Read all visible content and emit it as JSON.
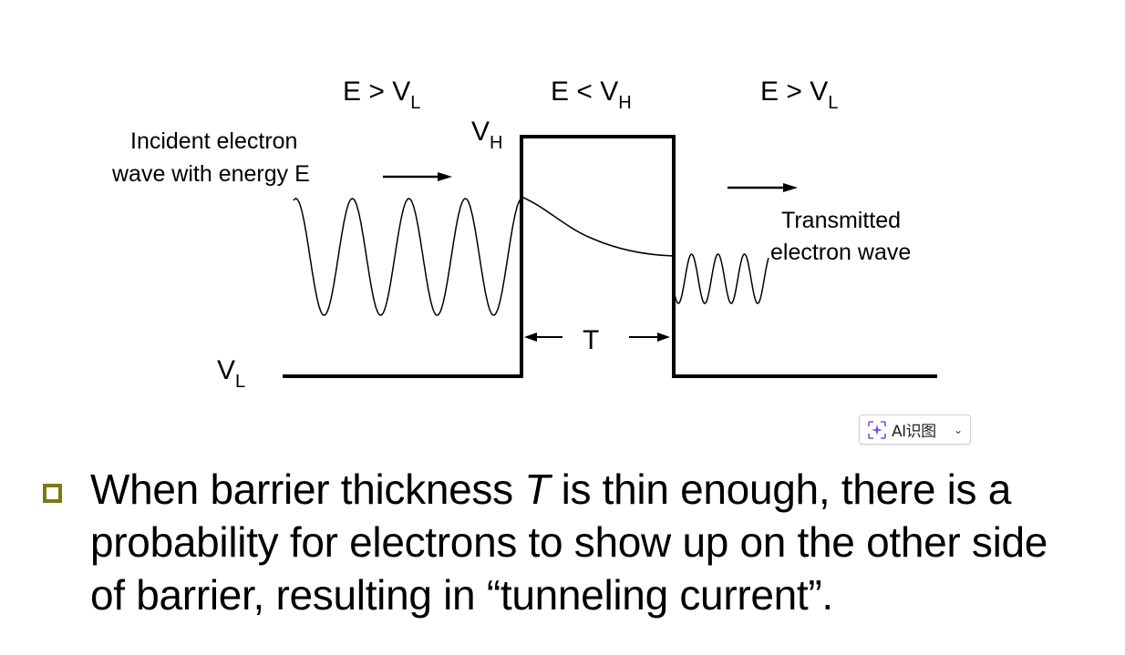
{
  "diagram": {
    "region_labels": [
      {
        "main": "E > V",
        "sub": "L"
      },
      {
        "main": "E < V",
        "sub": "H"
      },
      {
        "main": "E > V",
        "sub": "L"
      }
    ],
    "vh_label": {
      "main": "V",
      "sub": "H"
    },
    "vl_label": {
      "main": "V",
      "sub": "L"
    },
    "incident_label": [
      "Incident electron",
      "wave with energy E"
    ],
    "transmitted_label": [
      "Transmitted",
      "electron wave"
    ],
    "thickness_label": "T"
  },
  "ai_button": {
    "label": "AI识图",
    "icon": "sparkle-scan-icon",
    "chevron": "chevron-down-icon",
    "accent": "#7b4fe0"
  },
  "bullet": {
    "marker_color": "#7a7a14",
    "line1_before": "When barrier thickness ",
    "line1_italic": "T",
    "line1_after": " is thin enough, there is a",
    "line2": "probability for electrons to show up on the other side",
    "line3": "of barrier, resulting in “tunneling current”."
  }
}
